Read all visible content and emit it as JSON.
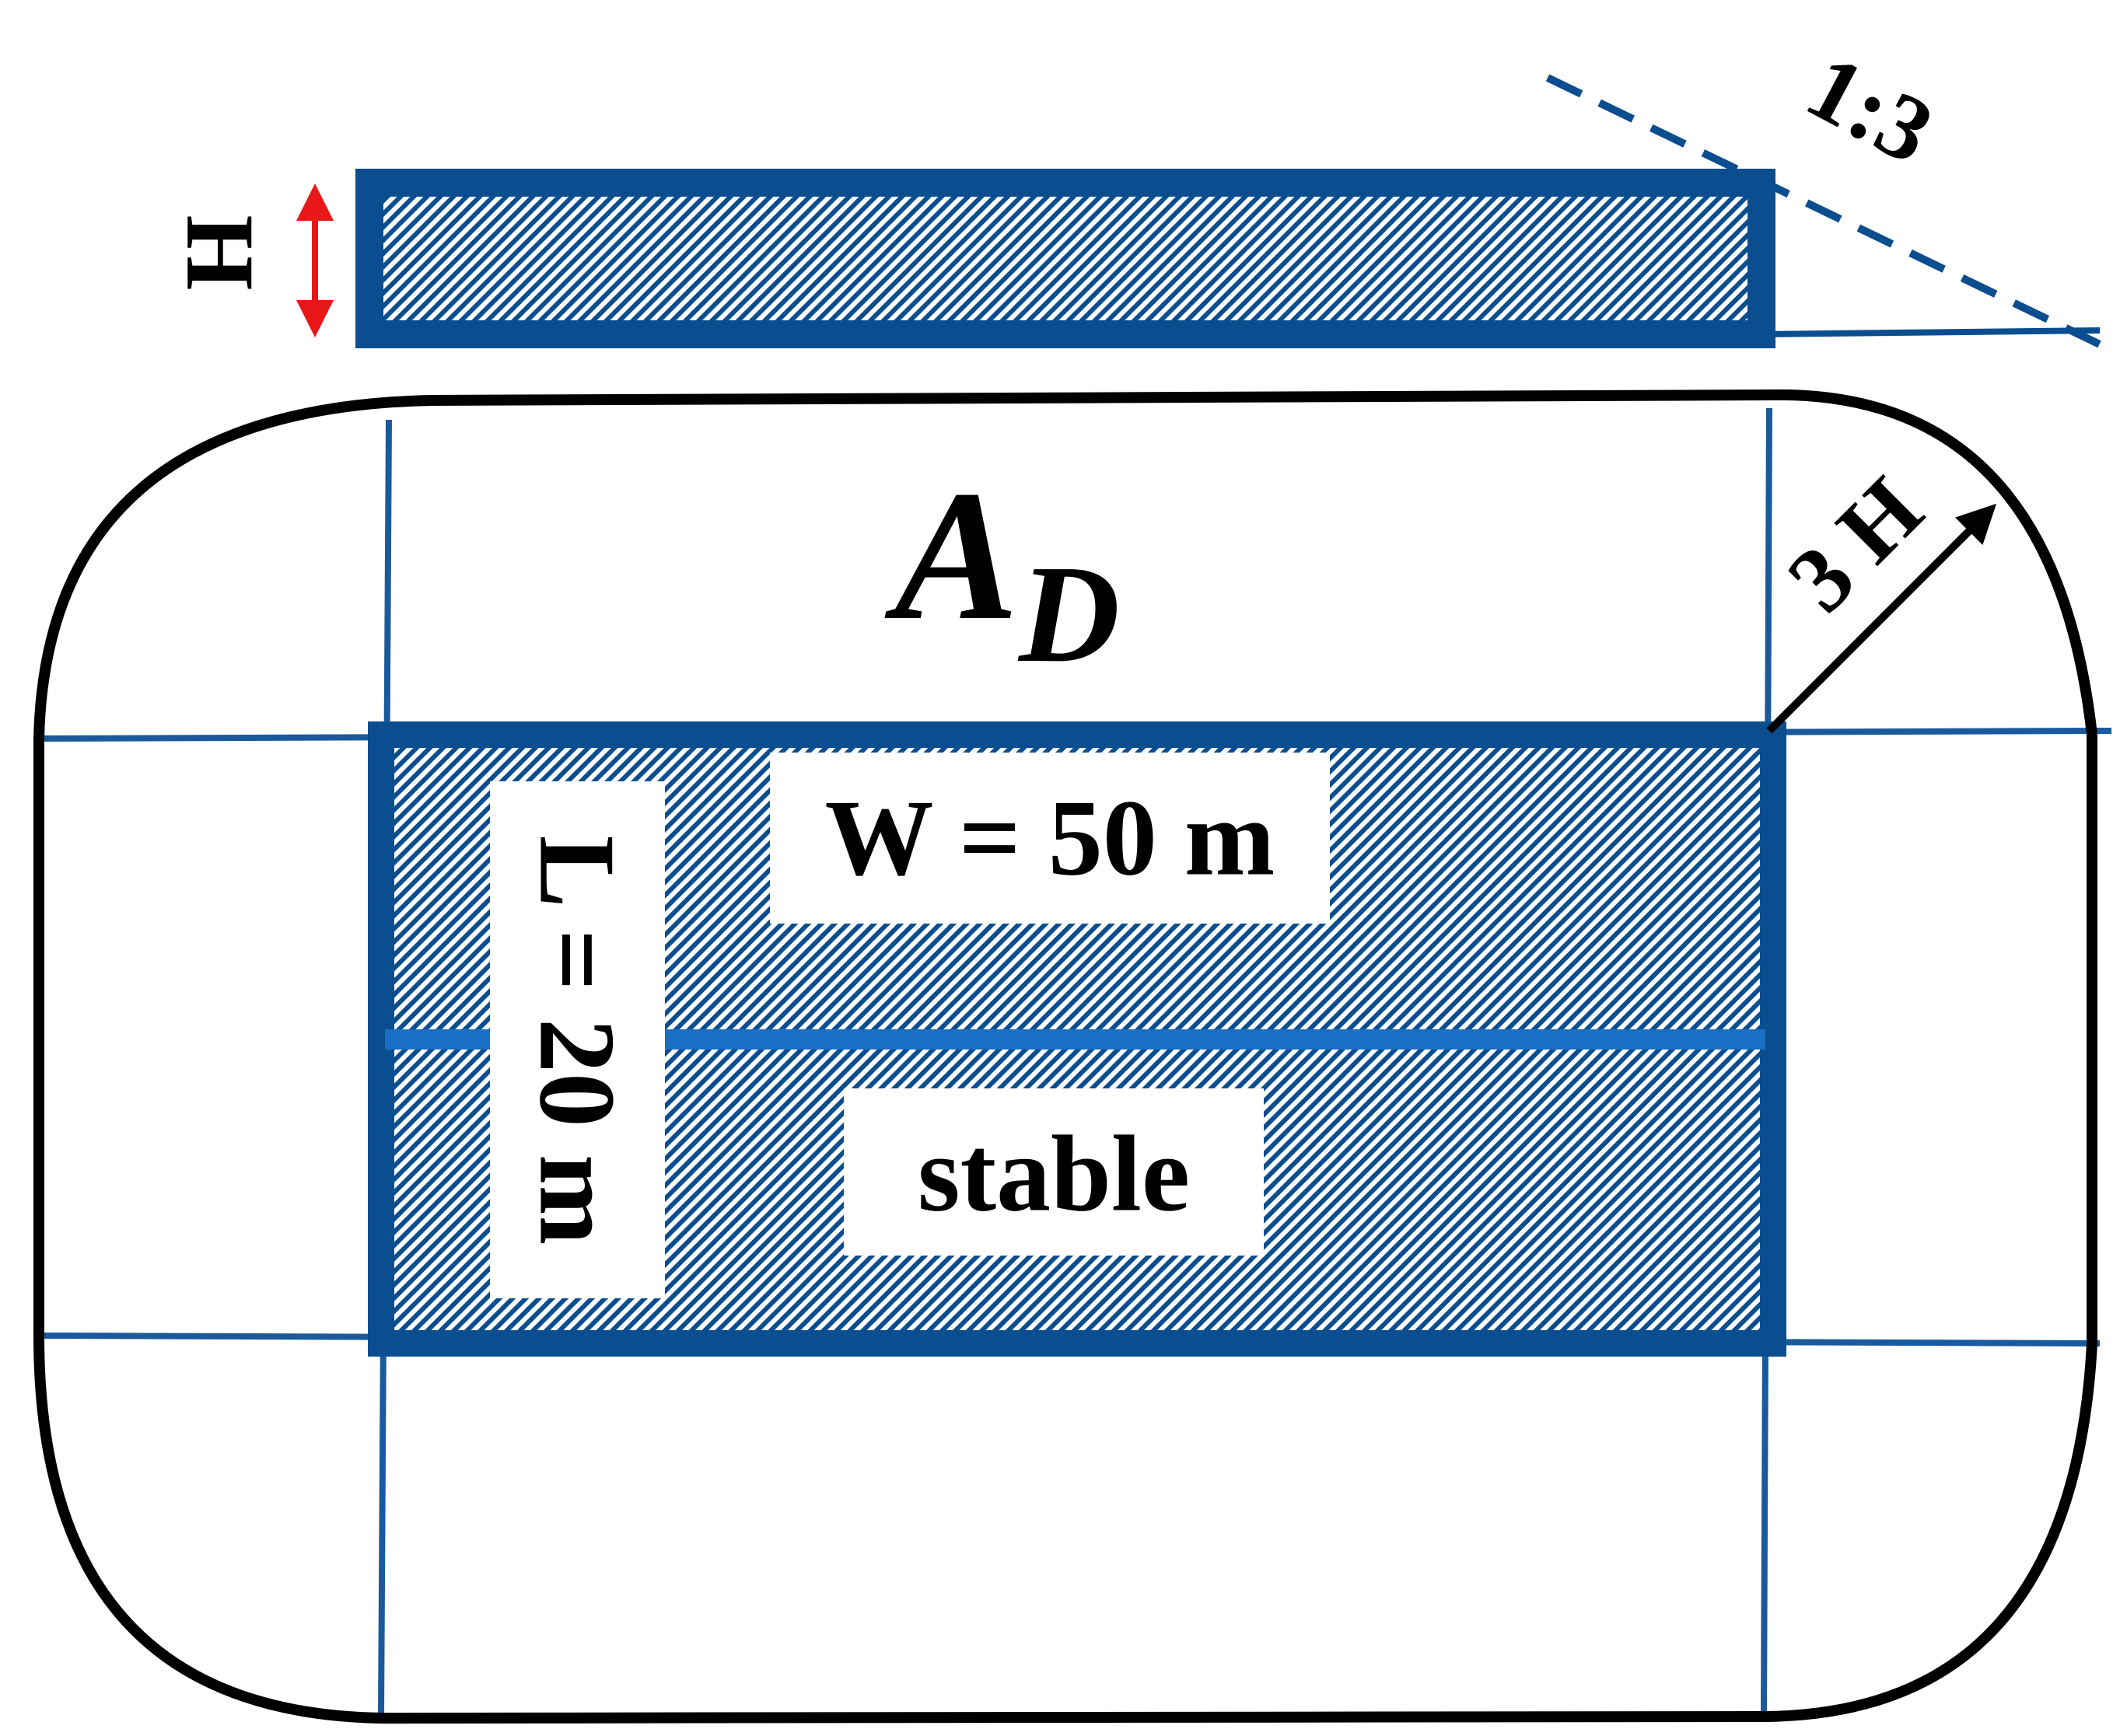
{
  "labels": {
    "height": "H",
    "slope": "1:3",
    "radius": "3 H",
    "area_base": "A",
    "area_sub": "D",
    "width": "W = 50 m",
    "length": "L = 20 m",
    "stable": "stable"
  },
  "colors": {
    "blue_dark": "#0b4e8f",
    "blue_mid": "#1a6fc4",
    "blue_line": "#1a5a9c",
    "red": "#e81818",
    "black": "#000000"
  }
}
